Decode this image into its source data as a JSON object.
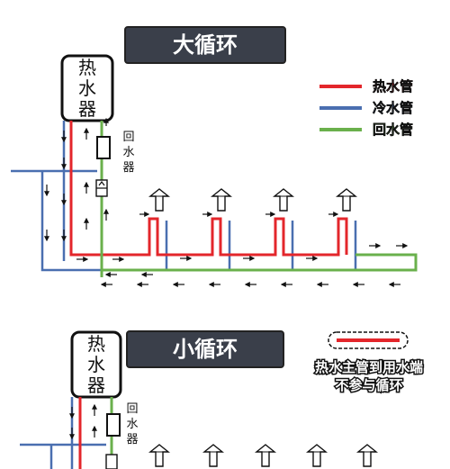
{
  "top": {
    "title": "大循环",
    "heater_label": [
      "热",
      "水",
      "器"
    ],
    "return_label": [
      "回",
      "水",
      "器"
    ]
  },
  "bottom": {
    "title": "小循环",
    "heater_label": [
      "热",
      "水",
      "器"
    ],
    "return_label": [
      "回",
      "水",
      "器"
    ],
    "note_lines": [
      "热水主管到用水端",
      "不参与循环"
    ]
  },
  "legend": [
    {
      "label": "热水管",
      "color": "#e3262b"
    },
    {
      "label": "冷水管",
      "color": "#4a6fb0"
    },
    {
      "label": "回水管",
      "color": "#6ab04c"
    }
  ],
  "colors": {
    "hot": "#e3262b",
    "cold": "#4a6fb0",
    "return": "#6ab04c",
    "banner": "#3a3f4a"
  }
}
